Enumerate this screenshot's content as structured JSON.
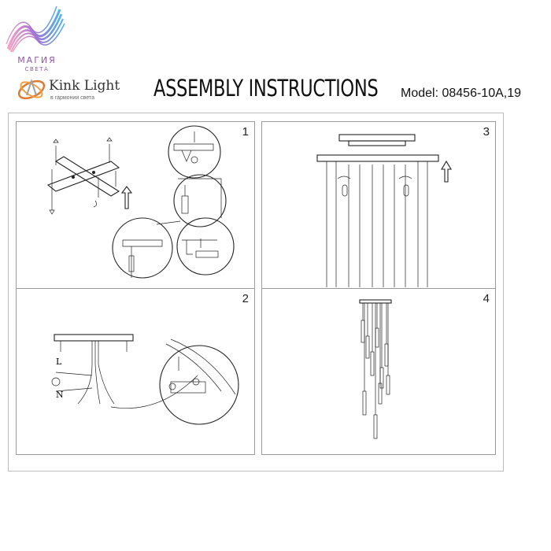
{
  "brand": {
    "magia_line1": "МАГИЯ",
    "magia_line2": "СВЕТА",
    "kink_name": "Kink Light",
    "kink_tagline": "в гармонии света"
  },
  "header": {
    "title": "ASSEMBLY INSTRUCTIONS",
    "model": "Model: 08456-10A,19"
  },
  "steps": [
    {
      "number": "1"
    },
    {
      "number": "2"
    },
    {
      "number": "3"
    },
    {
      "number": "4"
    }
  ],
  "wiring": {
    "live_label": "L",
    "neutral_label": "N"
  },
  "colors": {
    "magia_gradient": [
      "#f0a0c0",
      "#a070d0",
      "#50b0e0"
    ],
    "kink_accent": "#e07030"
  }
}
